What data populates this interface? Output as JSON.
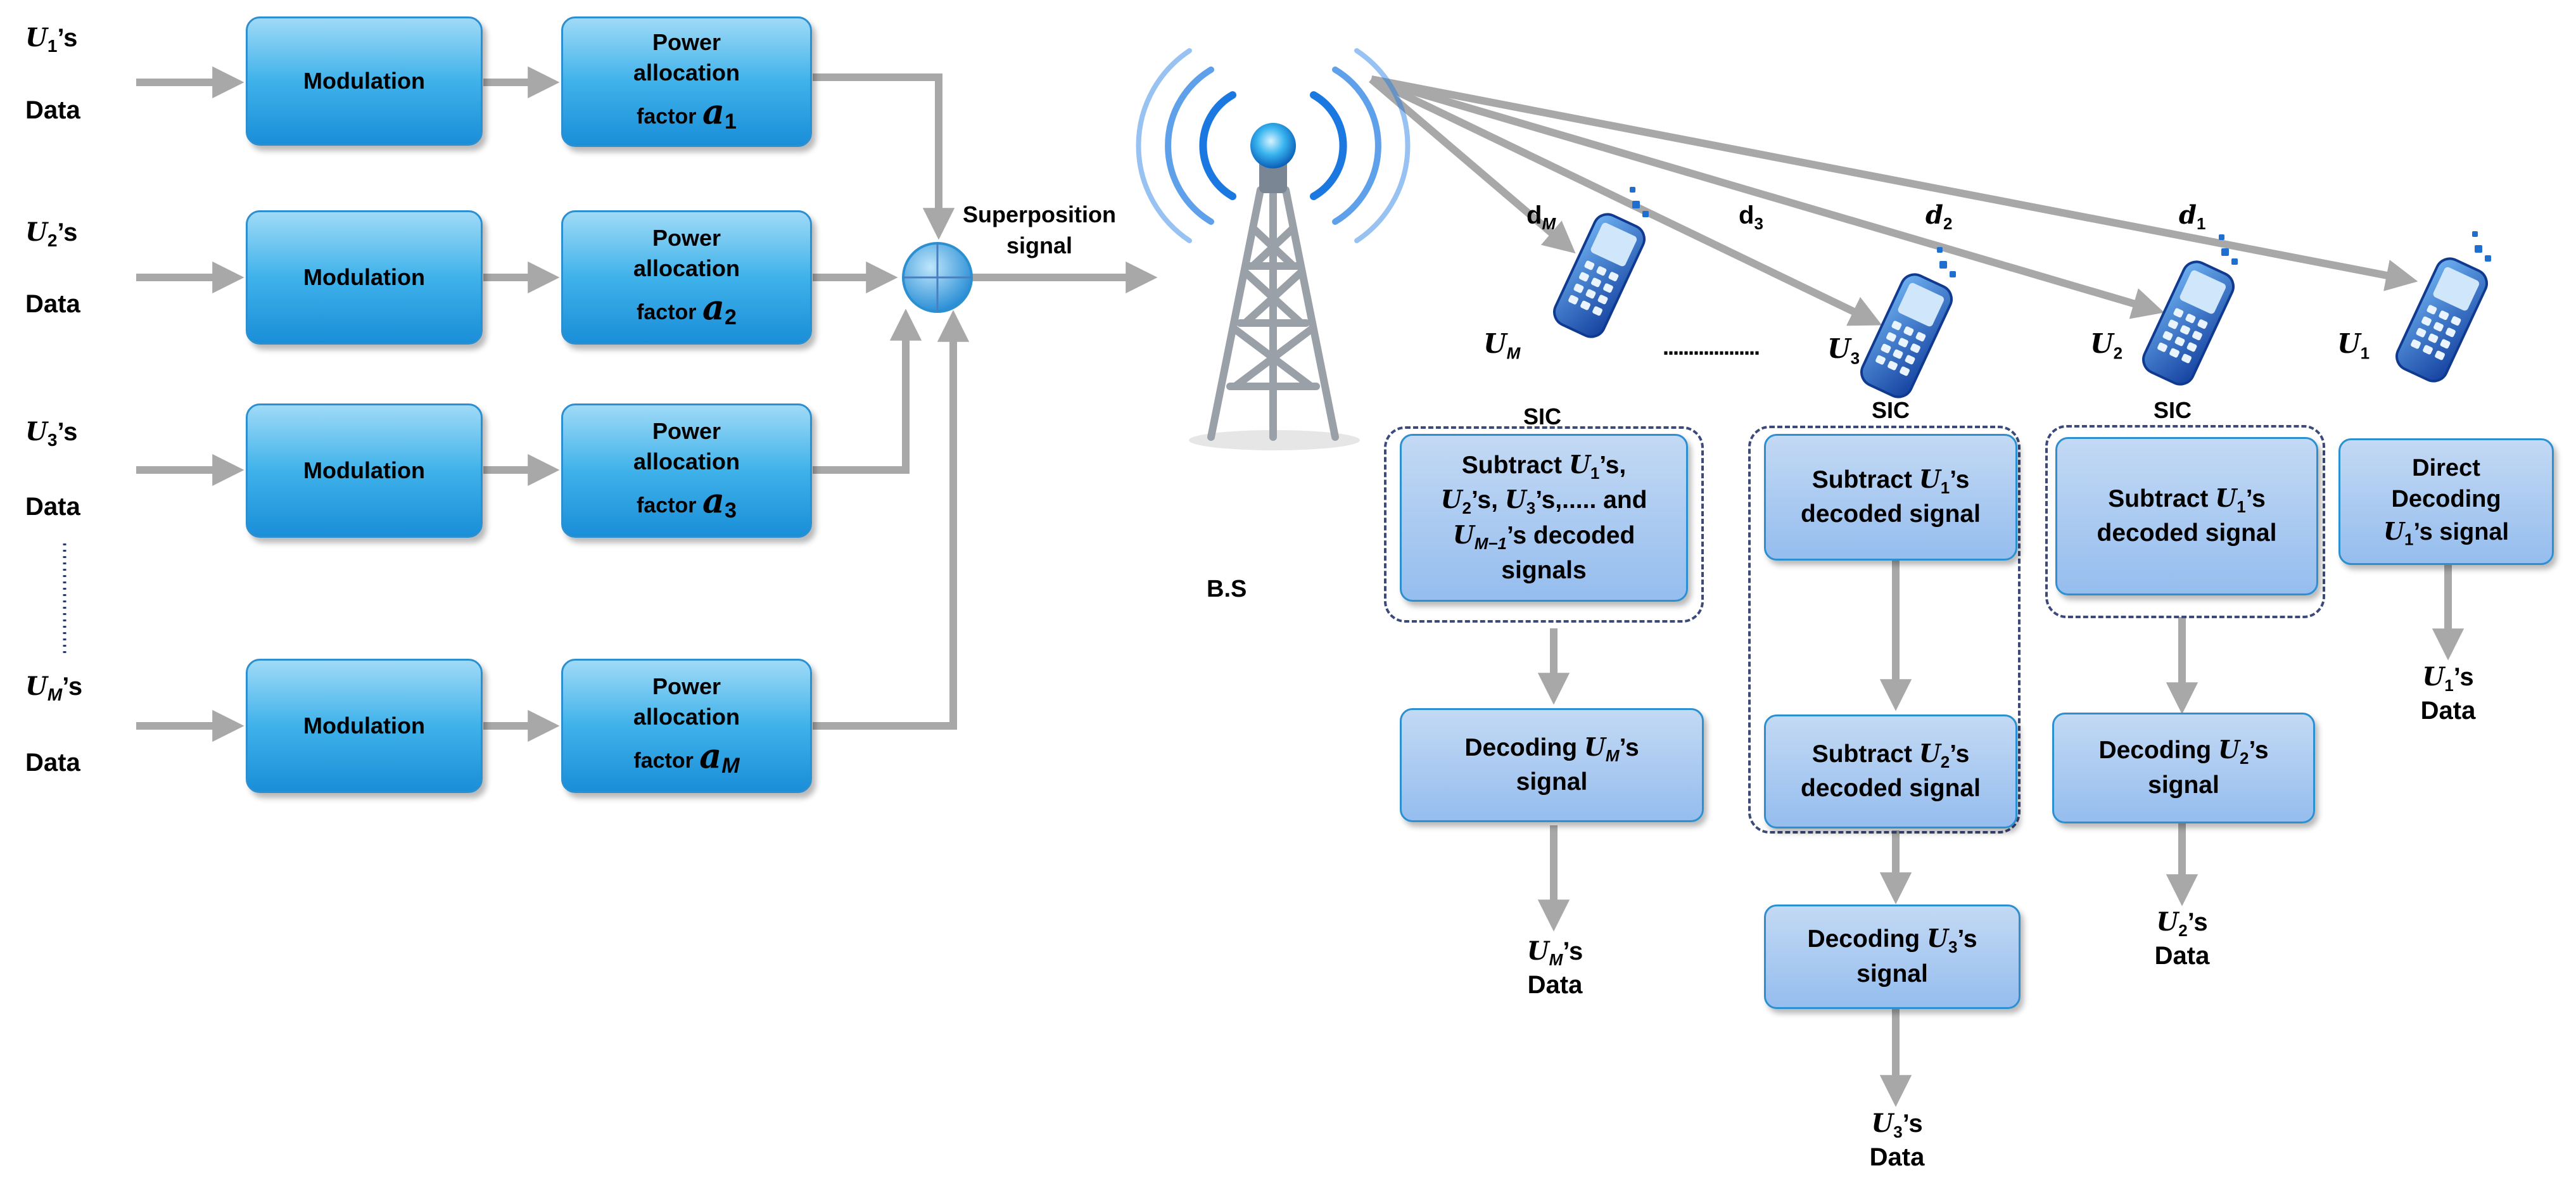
{
  "inputs": [
    {
      "user": "U",
      "sub": "1",
      "suffix": "’s",
      "data": "Data"
    },
    {
      "user": "U",
      "sub": "2",
      "suffix": "’s",
      "data": "Data"
    },
    {
      "user": "U",
      "sub": "3",
      "suffix": "’s",
      "data": "Data"
    },
    {
      "user": "U",
      "sub": "M",
      "suffix": "’s",
      "data": "Data"
    }
  ],
  "modulation_label": "Modulation",
  "power_label_line1": "Power",
  "power_label_line2": "allocation",
  "power_label_factor": "factor",
  "power_symbols": [
    {
      "sym": "a",
      "sub": "1"
    },
    {
      "sym": "a",
      "sub": "2"
    },
    {
      "sym": "a",
      "sub": "3"
    },
    {
      "sym": "a",
      "sub": "M"
    }
  ],
  "superposition_label": "Superposition\nsignal",
  "bs_label": "B.S",
  "distances": [
    {
      "sym": "d",
      "sub": "M"
    },
    {
      "sym": "d",
      "sub": "3"
    },
    {
      "sym": "d",
      "sub": "2"
    },
    {
      "sym": "d",
      "sub": "1"
    }
  ],
  "users": [
    {
      "sym": "U",
      "sub": "M"
    },
    {
      "sym": "U",
      "sub": "3"
    },
    {
      "sym": "U",
      "sub": "2"
    },
    {
      "sym": "U",
      "sub": "1"
    }
  ],
  "ellipsis": "...................",
  "sic_label": "SIC",
  "receivers": {
    "um_sic": {
      "t1": "Subtract ",
      "u1": "U",
      "s1": "1",
      "t2": "’s,",
      "u2": "U",
      "s2": "2",
      "t3": "’s, ",
      "u3": "U",
      "s3": "3",
      "t4": "’s,..... and",
      "u4": "U",
      "s4": "M−1",
      "t5": "’s decoded",
      "t6": "signals"
    },
    "um_decode": {
      "t1": "Decoding ",
      "u": "U",
      "s": "M",
      "t2": "’s",
      "t3": "signal"
    },
    "um_data": {
      "u": "U",
      "s": "M",
      "t": "’s",
      "d": "Data"
    },
    "u3_sic1": {
      "t1": "Subtract ",
      "u": "U",
      "s": "1",
      "t2": "’s",
      "t3": "decoded signal"
    },
    "u3_sic2": {
      "t1": "Subtract ",
      "u": "U",
      "s": "2",
      "t2": "’s",
      "t3": "decoded signal"
    },
    "u3_decode": {
      "t1": "Decoding ",
      "u": "U",
      "s": "3",
      "t2": "’s",
      "t3": "signal"
    },
    "u3_data": {
      "u": "U",
      "s": "3",
      "t": "’s",
      "d": "Data"
    },
    "u2_sic": {
      "t1": "Subtract ",
      "u": "U",
      "s": "1",
      "t2": "’s",
      "t3": "decoded signal"
    },
    "u2_decode": {
      "t1": "Decoding ",
      "u": "U",
      "s": "2",
      "t2": "’s",
      "t3": "signal"
    },
    "u2_data": {
      "u": "U",
      "s": "2",
      "t": "’s",
      "d": "Data"
    },
    "u1_direct": {
      "t1": "Direct",
      "t2": "Decoding",
      "u": "U",
      "s": "1",
      "t3": "’s signal"
    },
    "u1_data": {
      "u": "U",
      "s": "1",
      "t": "’s",
      "d": "Data"
    }
  },
  "colors": {
    "arrow": "#a8a8a8",
    "box_top": "#9fdaf7",
    "box_bottom": "#1a8ed8",
    "dash": "#3b4a7a",
    "phone": "#1f5fbf",
    "tower": "#9aa0a8",
    "wave": "#1a78e0"
  }
}
